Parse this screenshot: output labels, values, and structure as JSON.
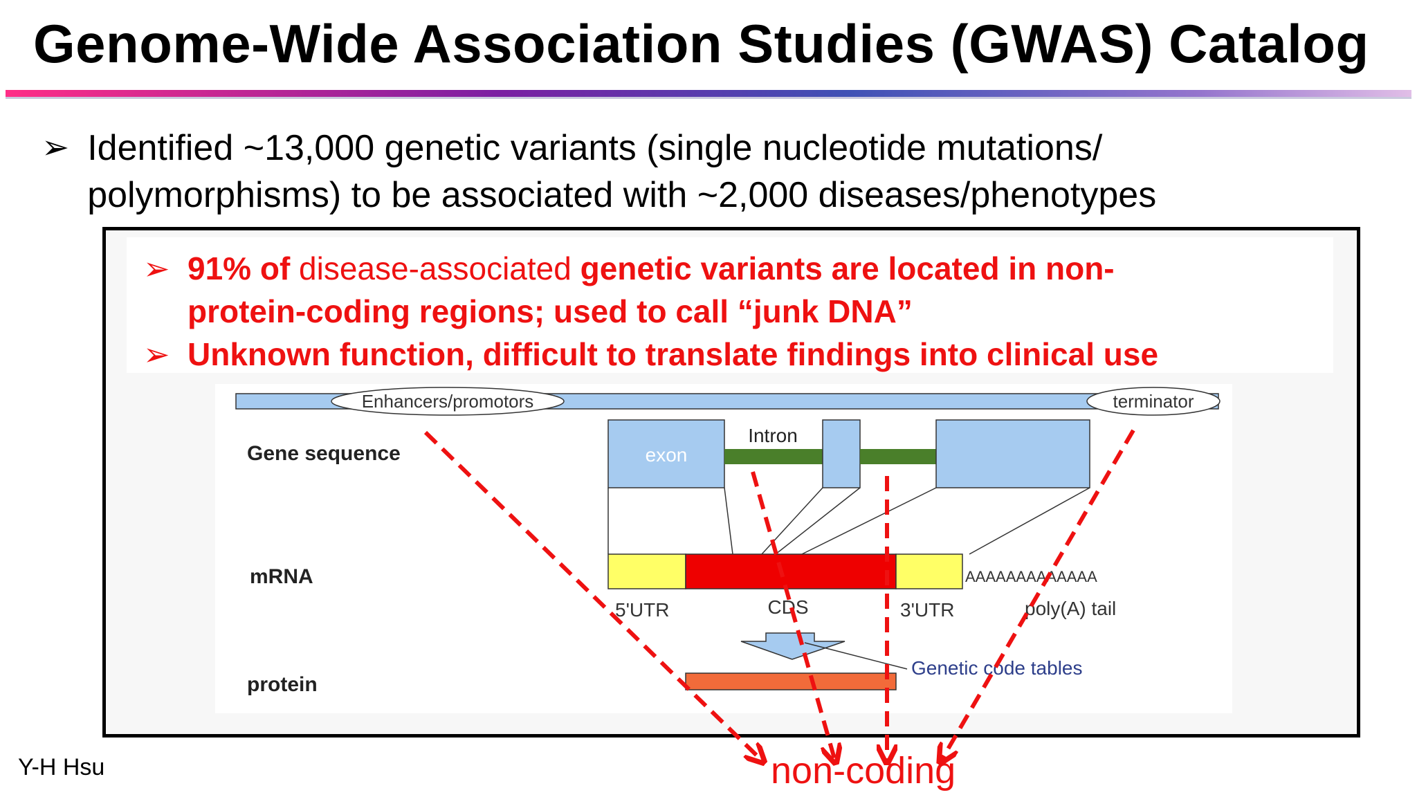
{
  "title": "Genome-Wide Association Studies (GWAS) Catalog",
  "bullet": {
    "arrow": "➢",
    "line1": "Identified ~13,000 genetic variants (single nucleotide mutations/",
    "line2": "polymorphisms) to be associated with ~2,000 diseases/phenotypes"
  },
  "callout": {
    "arrow": "➢",
    "b1_bold_a": "91% of",
    "b1_normal": " disease-associated ",
    "b1_bold_b": "genetic variants are located in non-",
    "b1_line2": "protein-coding regions; used to call “junk DNA”",
    "b2": "Unknown function, difficult to translate findings into clinical use"
  },
  "diagram": {
    "enhancers": "Enhancers/promotors",
    "terminator": "terminator",
    "gene_sequence": "Gene sequence",
    "exon": "exon",
    "intron": "Intron",
    "mrna": "mRNA",
    "poly_a_seq": "AAAAAAAAAAAAA",
    "utr5": "5'UTR",
    "cds": "CDS",
    "utr3": "3'UTR",
    "poly_a_tail": "poly(A) tail",
    "protein": "protein",
    "genetic_code": "Genetic code tables"
  },
  "non_coding": "non-coding",
  "author": "Y-H Hsu",
  "colors": {
    "red": "#ee1111",
    "dna_bar": "#a6cbf0",
    "exon": "#a6cbf0",
    "intron": "#4a7f2a",
    "utr": "#ffff66",
    "cds": "#ee0000",
    "protein_bar": "#f26b3a"
  }
}
